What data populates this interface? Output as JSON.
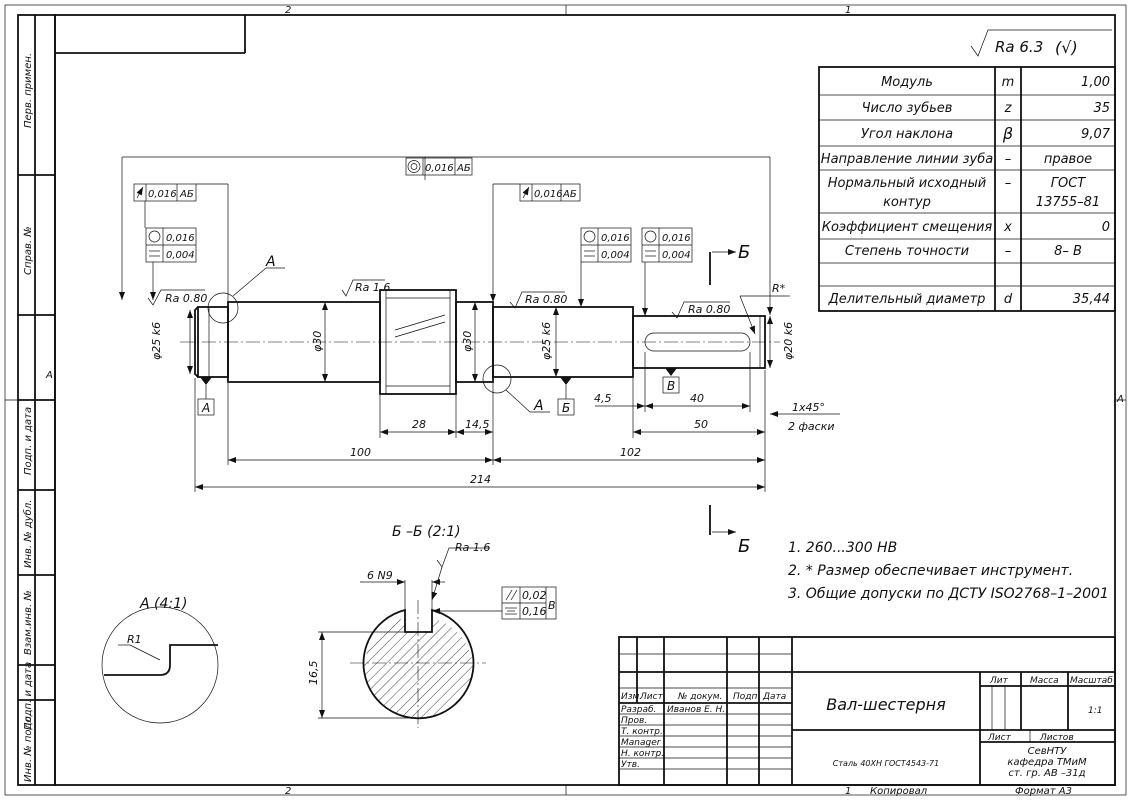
{
  "zone_labels": {
    "left_2": "2",
    "right_1": "1",
    "bottom_2": "2",
    "bottom_1": "1",
    "side_a_left": "A",
    "side_a_right": "A"
  },
  "side_stamp": [
    "Перв. примен.",
    "Справ. №",
    "Подп. и дата",
    "Инв. № дубл.",
    "Взам.инв. №",
    "Подп. и дата",
    "Инв. № подл."
  ],
  "roughness": {
    "general": "Ra 6.3",
    "general_suffix": "(√)",
    "r1": "Ra 0.80",
    "r2": "Ra 1.6",
    "r3": "Ra 0.80",
    "r4": "Ra 0.80",
    "section": "Ra 1.6"
  },
  "params_table": [
    {
      "name": "Модуль",
      "sym": "m",
      "val": "1,00"
    },
    {
      "name": "Число зубьев",
      "sym": "z",
      "val": "35"
    },
    {
      "name": "Угол наклона",
      "sym": "β",
      "val": "9,07"
    },
    {
      "name": "Направление линии зуба",
      "sym": "–",
      "val": "правое"
    },
    {
      "name": "Нормальный исходный",
      "name2": "контур",
      "sym": "–",
      "val": "ГОСТ",
      "val2": "13755–81"
    },
    {
      "name": "Коэффициент смещения",
      "sym": "x",
      "val": "0"
    },
    {
      "name": "Степень точности",
      "sym": "–",
      "val": "8– В"
    },
    {
      "name": "",
      "sym": "",
      "val": ""
    },
    {
      "name": "Делительный диаметр",
      "sym": "d",
      "val": "35,44"
    }
  ],
  "tolerances": {
    "runout1": "0,016",
    "runout1_base": "АБ",
    "concentric": "0,016",
    "concentric_base": "АБ",
    "runout2": "0,016",
    "runout2_base": "АБ",
    "circ1": "0,016",
    "cyl1": "0,004",
    "circ2": "0,016",
    "cyl2": "0,004",
    "circ3": "0,016",
    "cyl3": "0,004",
    "par": "0,02",
    "sym": "0,16",
    "sec_base": "В"
  },
  "dims": {
    "d1": "φ25 k6",
    "d2": "φ30",
    "d3": "φ30",
    "d4": "φ25 k6",
    "d5": "φ20 k6",
    "l28": "28",
    "l145": "14,5",
    "l100": "100",
    "l102": "102",
    "l214": "214",
    "l45": "4,5",
    "l40": "40",
    "l50": "50",
    "chamfer": "1х45°",
    "chamfer2": "2 фаски",
    "rstar": "R*",
    "sec_width": "6 N9",
    "sec_depth": "16,5",
    "r1": "R1"
  },
  "labels": {
    "base_a": "А",
    "base_b": "Б",
    "base_v": "В",
    "detail_a": "А",
    "detail_a2": "А",
    "sect_mark1": "Б",
    "sect_mark2": "Б",
    "sect_title": "Б –Б  (2:1)",
    "detail_title": "А  (4:1)"
  },
  "notes": [
    "1. 260...300  НВ",
    "2. * Размер обеспечивает инструмент.",
    "3.  Общие допуски по ДСТУ  ISO2768–1–2001"
  ],
  "title_block": {
    "headers": {
      "izm": "Изм.",
      "list": "Лист",
      "ndoc": "№ докум.",
      "podp": "Подп.",
      "date": "Дата"
    },
    "roles": [
      "Разраб.",
      "Пров.",
      "Т. контр.",
      "Manager",
      "Н. контр.",
      "Утв."
    ],
    "developer": "Иванов Е. Н.",
    "name": "Вал-шестерня",
    "material": "Сталь 40ХН ГОСТ4543-71",
    "lit": "Лит",
    "mass": "Масса",
    "scale_h": "Масштаб",
    "scale": "1:1",
    "sheet": "Лист",
    "sheets": "Листов",
    "org1": "СевНТУ",
    "org2": "кафедра ТМиМ",
    "org3": "ст. гр. АВ –31д",
    "copied": "Копировал",
    "format": "Формат А3"
  }
}
